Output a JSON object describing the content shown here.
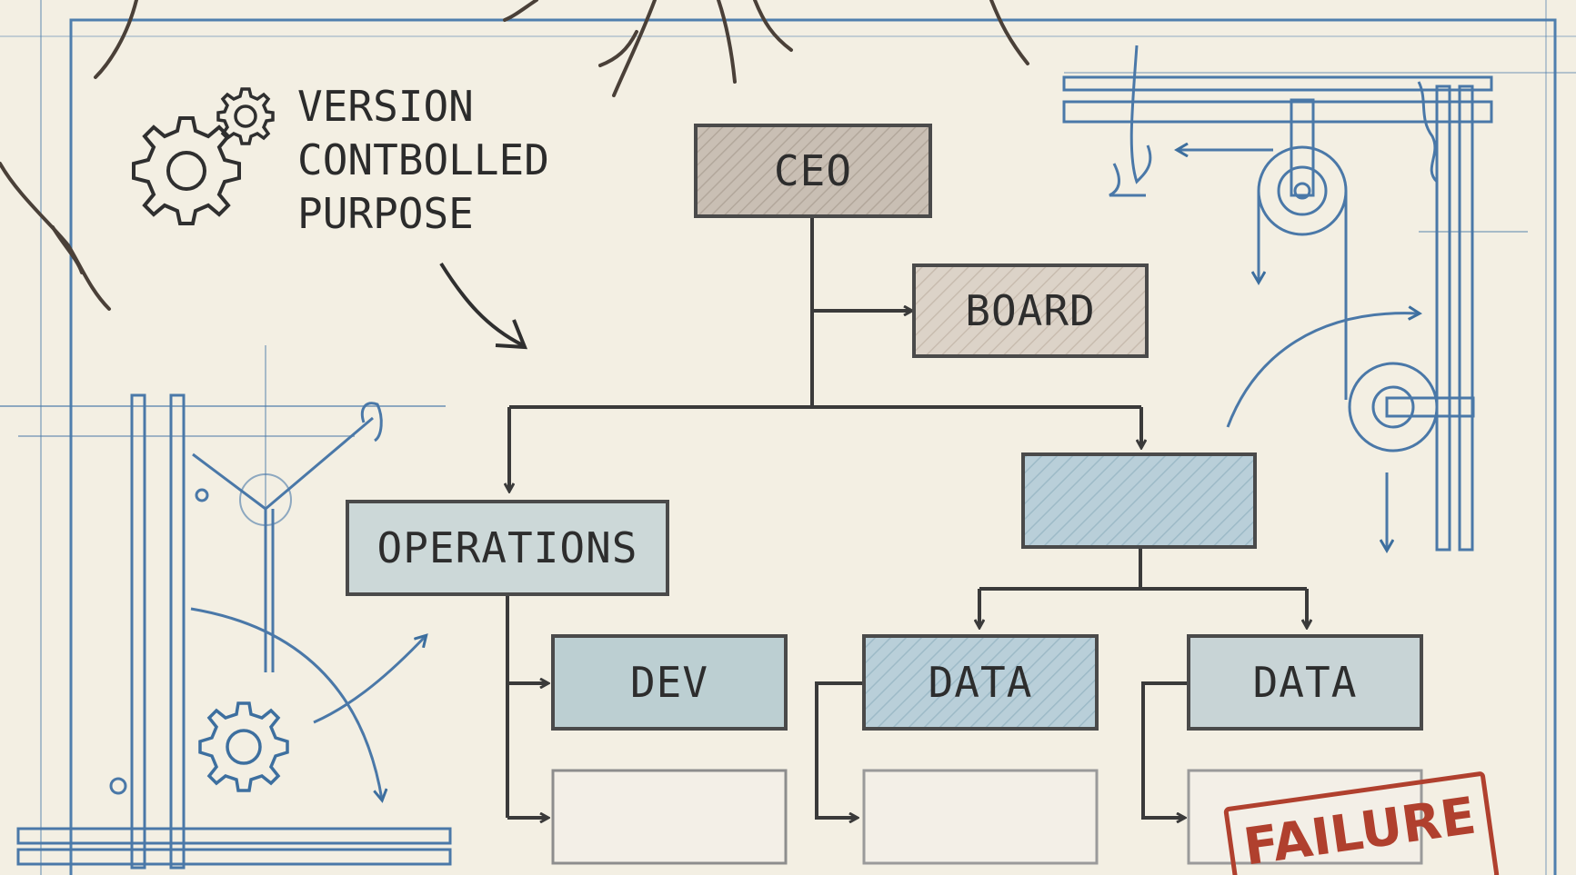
{
  "note": {
    "lines": [
      "VERSION",
      "CONTBOLLED",
      "PURPOSE"
    ]
  },
  "org_chart": {
    "ceo": "CEO",
    "board": "BOARD",
    "operations": "OPERATIONS",
    "unlabeled_branch": "",
    "dev": "DEV",
    "data_left": "DATA",
    "data_right": "DATA"
  },
  "stamp": "FAILURE",
  "colors": {
    "paper": "#f3efe3",
    "ink": "#3a3a3a",
    "blueprint": "#4a78a8",
    "box_brown": "#c9bfb4",
    "box_beige": "#d8cfc4",
    "box_blue": "#b6ccd6",
    "box_grey": "#c4d2d4",
    "stamp_red": "#b0402e"
  }
}
